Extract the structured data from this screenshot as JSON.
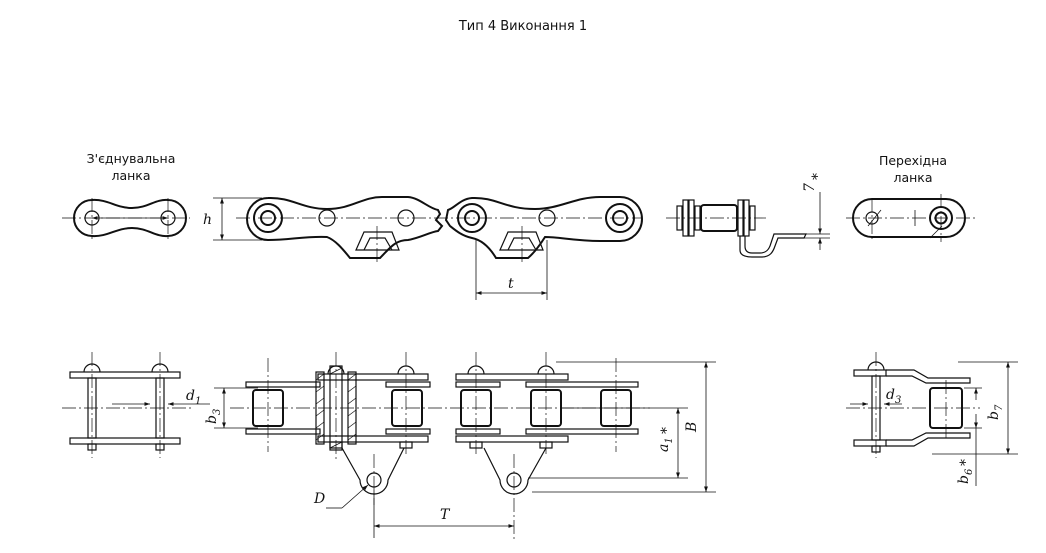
{
  "title": "Тип 4 Виконання 1",
  "captions": {
    "connecting_link_line1": "З'єднувальна",
    "connecting_link_line2": "ланка",
    "transition_link_line1": "Перехідна",
    "transition_link_line2": "ланка"
  },
  "dims": {
    "h": "h",
    "t": "t",
    "seven": "7",
    "d1": "d",
    "d1_sub": "1",
    "b3": "b",
    "b3_sub": "3",
    "a1": "a",
    "a1_sub": "1",
    "B": "B",
    "D": "D",
    "T": "T",
    "d3": "d",
    "d3_sub": "3",
    "b7": "b",
    "b7_sub": "7",
    "b6": "b",
    "b6_sub": "6",
    "star": "*"
  }
}
